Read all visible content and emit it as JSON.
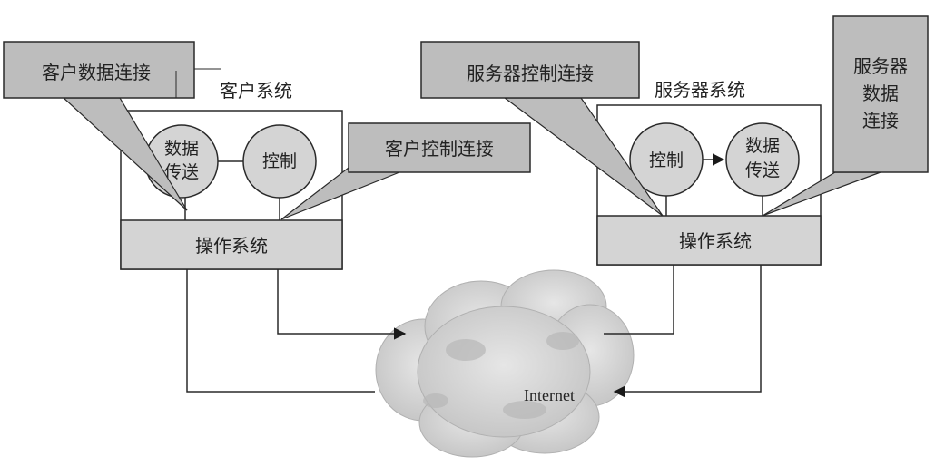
{
  "client": {
    "system_label": "客户系统",
    "data_transfer": [
      "数据",
      "传送"
    ],
    "control": "控制",
    "os": "操作系统",
    "callout_data": "客户数据连接",
    "callout_control": "客户控制连接"
  },
  "server": {
    "system_label": "服务器系统",
    "control": "控制",
    "data_transfer": [
      "数据",
      "传送"
    ],
    "os": "操作系统",
    "callout_control": "服务器控制连接",
    "callout_data": [
      "服务器",
      "数据",
      "连接"
    ]
  },
  "network": {
    "label": "Internet"
  },
  "colors": {
    "fill": "#d4d4d4",
    "callout": "#bdbdbd",
    "stroke": "#2a2a2a",
    "cloud": "#cfcfcf"
  }
}
